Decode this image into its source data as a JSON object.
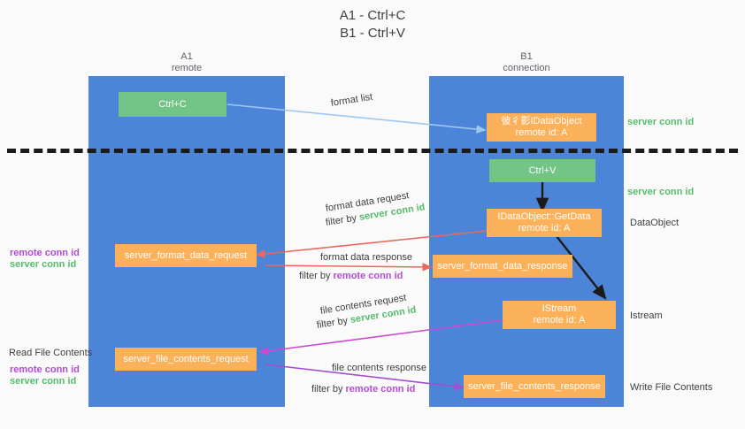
{
  "title": {
    "line1": "A1 - Ctrl+C",
    "line2": "B1 - Ctrl+V"
  },
  "columns": [
    {
      "name": "A1",
      "sub": "remote"
    },
    {
      "name": "B1",
      "sub": "connection"
    }
  ],
  "colors": {
    "lane": "#4c85d8",
    "green_box": "#72c487",
    "orange_box": "#fbb05a",
    "server_conn_id": "#57bb6e",
    "remote_conn_id": "#b24bd6",
    "blue_arrow": "#9fc7ef",
    "red_arrow": "#e8685f",
    "magenta_arrow": "#cc4ad0",
    "purple_arrow": "#a martial",
    "black_arrow": "#1b1b1b",
    "separator": "#1b1b1b"
  },
  "boxes": {
    "ctrl_c": {
      "line1": "Ctrl+C",
      "line2": ""
    },
    "idataobject": {
      "line1": "彼彳影IDataObject",
      "line2": "remote id: A"
    },
    "ctrl_v": {
      "line1": "Ctrl+V",
      "line2": ""
    },
    "getdata": {
      "line1": "IDataObject::GetData",
      "line2": "remote id: A"
    },
    "server_format_data_request": {
      "line1": "server_format_data_request",
      "line2": ""
    },
    "server_format_data_response": {
      "line1": "server_format_data_response",
      "line2": ""
    },
    "istream": {
      "line1": "IStream",
      "line2": "remote id: A"
    },
    "server_file_contents_request": {
      "line1": "server_file_contents_request",
      "line2": ""
    },
    "server_file_contents_response": {
      "line1": "server_file_contents_response",
      "line2": ""
    }
  },
  "edge_labels": {
    "format_list": "format list",
    "format_data_request": "format data request",
    "format_data_request_filter_prefix": "filter by ",
    "format_data_request_filter_value": "server conn id",
    "format_data_response": "format data response",
    "format_data_response_filter_prefix": "filter by ",
    "format_data_response_filter_value": "remote conn id",
    "file_contents_request": "file contents request",
    "file_contents_request_filter_prefix": "filter by ",
    "file_contents_request_filter_value": "server conn id",
    "file_contents_response": "file contents response",
    "file_contents_response_filter_prefix": "filter by ",
    "file_contents_response_filter_value": "remote conn id"
  },
  "right_annotations": {
    "server_conn_id_top": "server conn id",
    "server_conn_id_mid": "server conn id",
    "dataobject": "DataObject",
    "istream": "Istream",
    "write_file_contents": "Write File Contents"
  },
  "left_annotations": {
    "format_remote": "remote conn id",
    "format_server": "server conn id",
    "read_file_contents": "Read File Contents",
    "file_remote": "remote conn id",
    "file_server": "server conn id"
  }
}
